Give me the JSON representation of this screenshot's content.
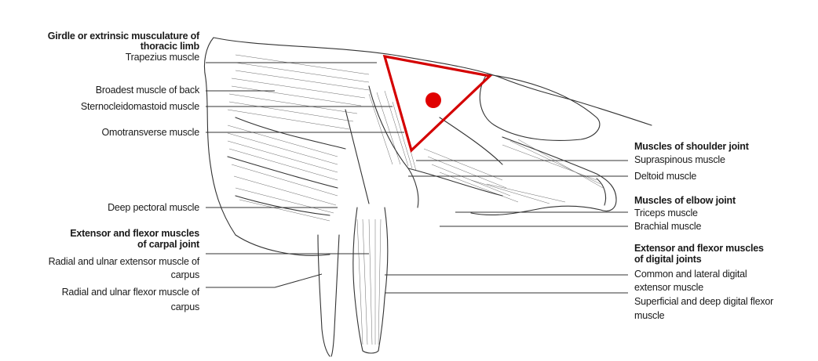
{
  "colors": {
    "marker": "#d40000",
    "ink": "#1a1a1a",
    "lines": "#333333",
    "background": "#ffffff"
  },
  "left_labels": {
    "girdle_heading_line1": "Girdle or extrinsic musculature of",
    "girdle_heading_line2": "thoracic limb",
    "trapezius": "Trapezius muscle",
    "broadest": "Broadest muscle of back",
    "sternocleido": "Sternocleidomastoid muscle",
    "omotransverse": "Omotransverse muscle",
    "deep_pectoral": "Deep pectoral muscle",
    "carpal_heading_line1": "Extensor and flexor muscles",
    "carpal_heading_line2": "of carpal joint",
    "radial_extensor_line1": "Radial and ulnar extensor muscle of",
    "radial_extensor_line2": "carpus",
    "radial_flexor_line1": "Radial and ulnar flexor muscle of",
    "radial_flexor_line2": "carpus"
  },
  "right_labels": {
    "shoulder_heading": "Muscles of shoulder joint",
    "supraspinous": "Supraspinous muscle",
    "deltoid": "Deltoid muscle",
    "elbow_heading": "Muscles of elbow joint",
    "triceps": "Triceps muscle",
    "brachial": "Brachial muscle",
    "digital_heading_line1": "Extensor and flexor muscles",
    "digital_heading_line2": "of digital joints",
    "common_lateral_line1": "Common and lateral digital",
    "common_lateral_line2": "extensor muscle",
    "superficial_deep_line1": "Superficial and deep digital flexor",
    "superficial_deep_line2": "muscle"
  }
}
